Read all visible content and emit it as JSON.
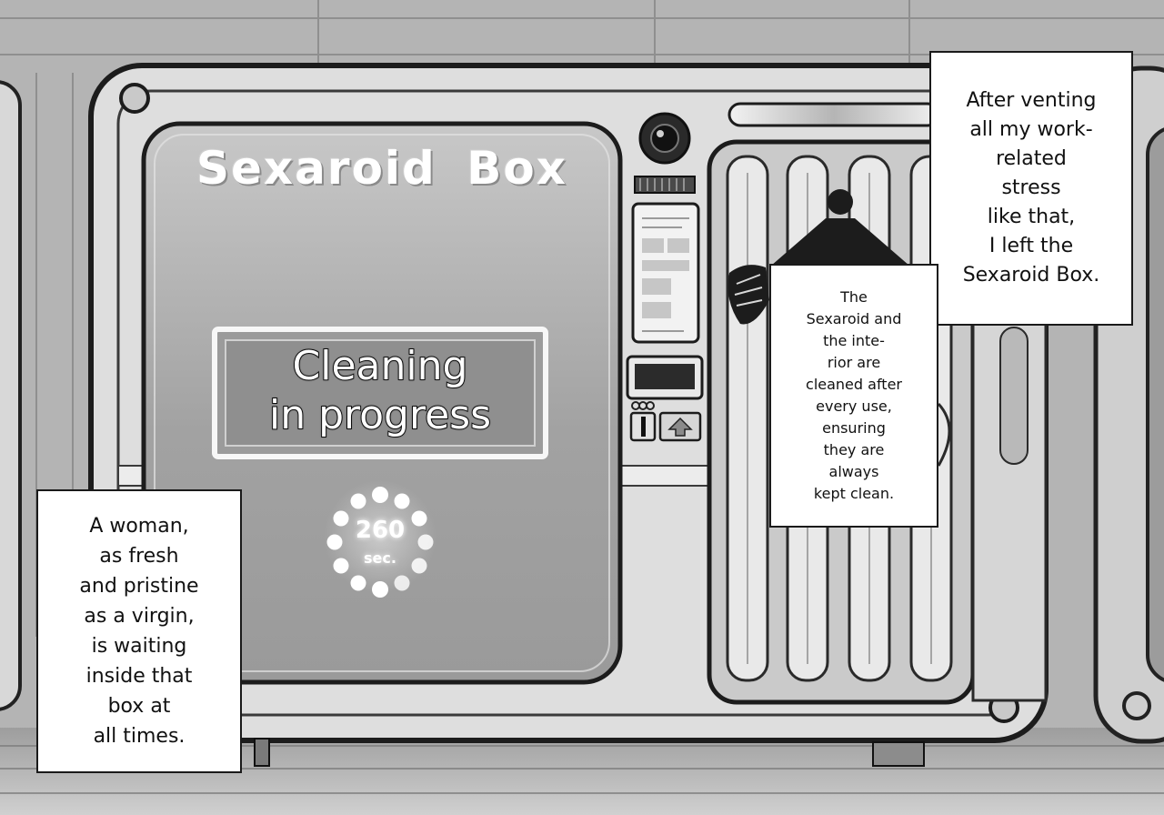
{
  "machine": {
    "title": "Sexaroid Box",
    "status_lines": [
      "Cleaning",
      "in progress"
    ],
    "timer_value": "260",
    "timer_unit": "sec."
  },
  "captions": {
    "right": [
      "After venting",
      "all my work-",
      "related",
      "stress",
      "like that,",
      "I left the",
      "Sexaroid Box."
    ],
    "middle": [
      "The",
      "Sexaroid and",
      "the inte-",
      "rior are",
      "cleaned after",
      "every use,",
      "ensuring",
      "they are",
      "always",
      "kept clean."
    ],
    "left": [
      "A woman,",
      "as fresh",
      "and pristine",
      "as a virgin,",
      "is waiting",
      "inside that",
      "box at",
      "all times."
    ]
  },
  "colors": {
    "ink": "#111111",
    "panel_white": "#ffffff",
    "screen_gray": "#a9a9a9"
  }
}
